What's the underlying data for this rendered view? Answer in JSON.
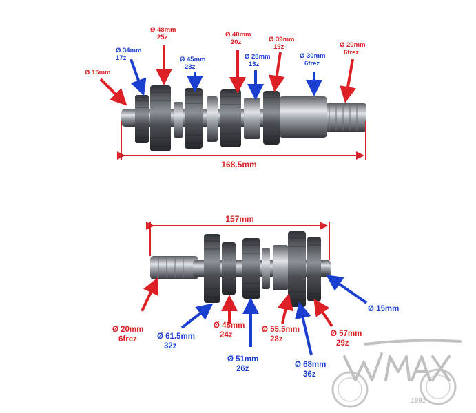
{
  "colors": {
    "red": "#dd1f26",
    "blue": "#1a3fd1",
    "dim": "#d8252b",
    "metal_dark": "#3c3f44",
    "metal_light": "#d4d7da"
  },
  "shaft_top": {
    "length": "168.5mm",
    "labels": [
      {
        "id": "t1",
        "line1": "Ø 15mm",
        "line2": "",
        "color": "red"
      },
      {
        "id": "t2",
        "line1": "Ø 34mm",
        "line2": "17z",
        "color": "blue"
      },
      {
        "id": "t3",
        "line1": "Ø 48mm",
        "line2": "25z",
        "color": "red"
      },
      {
        "id": "t4",
        "line1": "Ø 45mm",
        "line2": "23z",
        "color": "blue"
      },
      {
        "id": "t5",
        "line1": "Ø 40mm",
        "line2": "20z",
        "color": "red"
      },
      {
        "id": "t6",
        "line1": "Ø 28mm",
        "line2": "13z",
        "color": "blue"
      },
      {
        "id": "t7",
        "line1": "Ø 39mm",
        "line2": "19z",
        "color": "red"
      },
      {
        "id": "t8",
        "line1": "Ø 30mm",
        "line2": "6frez",
        "color": "blue"
      },
      {
        "id": "t9",
        "line1": "Ø 20mm",
        "line2": "6frez",
        "color": "red"
      }
    ]
  },
  "shaft_bottom": {
    "length": "157mm",
    "labels": [
      {
        "id": "b1",
        "line1": "Ø 20mm",
        "line2": "6frez",
        "color": "red"
      },
      {
        "id": "b2",
        "line1": "Ø 61.5mm",
        "line2": "32z",
        "color": "blue"
      },
      {
        "id": "b3",
        "line1": "Ø 48mm",
        "line2": "24z",
        "color": "red"
      },
      {
        "id": "b4",
        "line1": "Ø 51mm",
        "line2": "26z",
        "color": "blue"
      },
      {
        "id": "b5",
        "line1": "Ø 55.5mm",
        "line2": "28z",
        "color": "red"
      },
      {
        "id": "b6",
        "line1": "Ø 68mm",
        "line2": "36z",
        "color": "blue"
      },
      {
        "id": "b7",
        "line1": "Ø 57mm",
        "line2": "29z",
        "color": "red"
      },
      {
        "id": "b8",
        "line1": "Ø 15mm",
        "line2": "",
        "color": "blue"
      }
    ]
  },
  "logo": {
    "text": "WMAX",
    "year": "1991"
  }
}
